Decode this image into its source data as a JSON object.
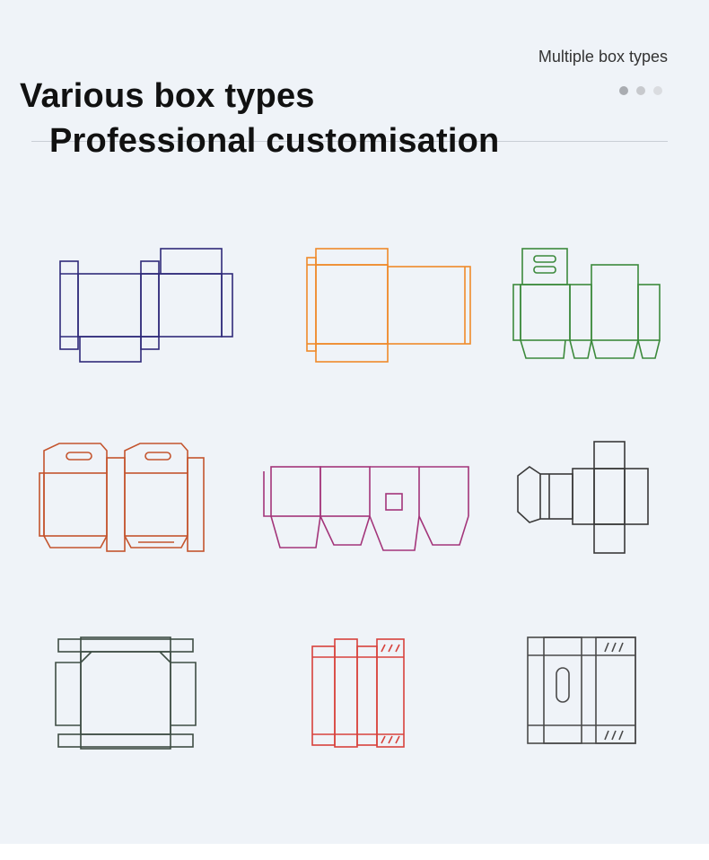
{
  "header": {
    "kicker": "Multiple box types",
    "title_line_1": "Various box types",
    "title_line_2": "Professional customisation"
  },
  "carousel": {
    "dot_count": 3,
    "active_index": 0
  },
  "colors": {
    "navy": "#2f2a7a",
    "orange": "#ef8a2a",
    "green": "#3c8a3c",
    "rust": "#c4542d",
    "magenta": "#a3357a",
    "dark_gray": "#3a3a3a",
    "slate": "#3e4e44",
    "red": "#d8423c",
    "gray": "#4a4a4a"
  },
  "diagrams": [
    "navy-tuck-end-box-dieline",
    "orange-rectangular-box-dieline",
    "green-hanger-box-dieline",
    "rust-handle-box-dieline",
    "magenta-auto-lock-box-dieline",
    "gray-mailer-box-dieline",
    "slate-tray-box-dieline",
    "red-window-box-dieline",
    "gray-window-cutout-box-dieline"
  ]
}
